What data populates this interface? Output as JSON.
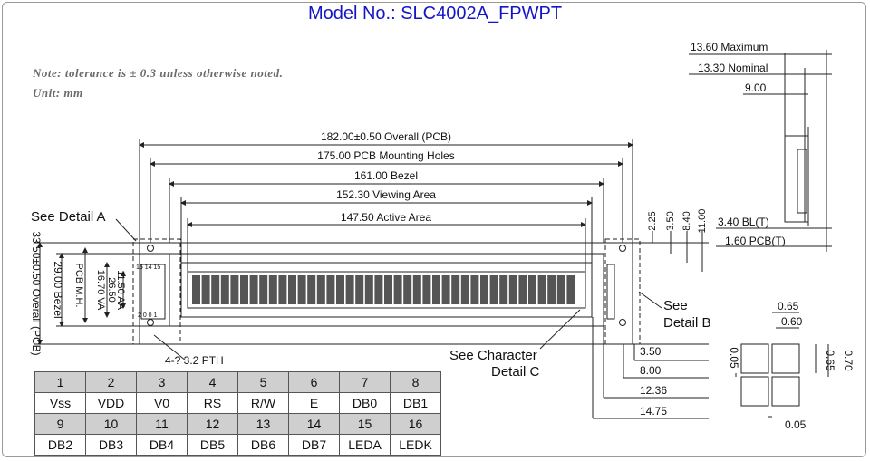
{
  "title": "Model No.: SLC4002A_FPWPT",
  "notes": {
    "tolerance": "Note: tolerance is  ± 0.3 unless otherwise noted.",
    "unit": "Unit: mm"
  },
  "front_dims": {
    "overall": "182.00±0.50 Overall (PCB)",
    "mounting": "175.00 PCB Mounting Holes",
    "bezel": "161.00 Bezel",
    "viewing": "152.30 Viewing Area",
    "active": "147.50 Active Area"
  },
  "left_dims": {
    "overall_v": "33.50±0.50 Overall (PCB)",
    "bezel_v": "29.00 Bezel",
    "pcb_mh": "PCB M.H.",
    "va": "16.70 VA",
    "mh_val": "26.50",
    "aa": "11.50 AA"
  },
  "right_dims": {
    "d225": "2.25",
    "d350": "3.50",
    "d840": "8.40",
    "d1100": "11.00",
    "b350": "3.50",
    "b800": "8.00",
    "b1236": "12.36",
    "b1475": "14.75"
  },
  "callouts": {
    "detail_a": "See  Detail A",
    "detail_b_1": "See",
    "detail_b_2": "Detail B",
    "char_c_1": "See Character",
    "char_c_2": "Detail C",
    "pth": "4-? 3.2 PTH",
    "conn_top": "16 14 15",
    "conn_bot": "2 0 0 1"
  },
  "side_view": {
    "max": "13.60 Maximum",
    "nominal": "13.30 Nominal",
    "d900": "9.00",
    "bl": "3.40 BL(T)",
    "pcb": "1.60 PCB(T)"
  },
  "char_detail": {
    "w065": "0.65",
    "w060": "0.60",
    "h070": "0.70",
    "h065": "0.65",
    "g005_v": "0.05",
    "g005_h": "0.05"
  },
  "pin_table": {
    "row1_numbers": [
      "1",
      "2",
      "3",
      "4",
      "5",
      "6",
      "7",
      "8"
    ],
    "row1_names": [
      "Vss",
      "VDD",
      "V0",
      "RS",
      "R/W",
      "E",
      "DB0",
      "DB1"
    ],
    "row2_numbers": [
      "9",
      "10",
      "11",
      "12",
      "13",
      "14",
      "15",
      "16"
    ],
    "row2_names": [
      "DB2",
      "DB3",
      "DB4",
      "DB5",
      "DB6",
      "DB7",
      "LEDA",
      "LEDK"
    ]
  }
}
